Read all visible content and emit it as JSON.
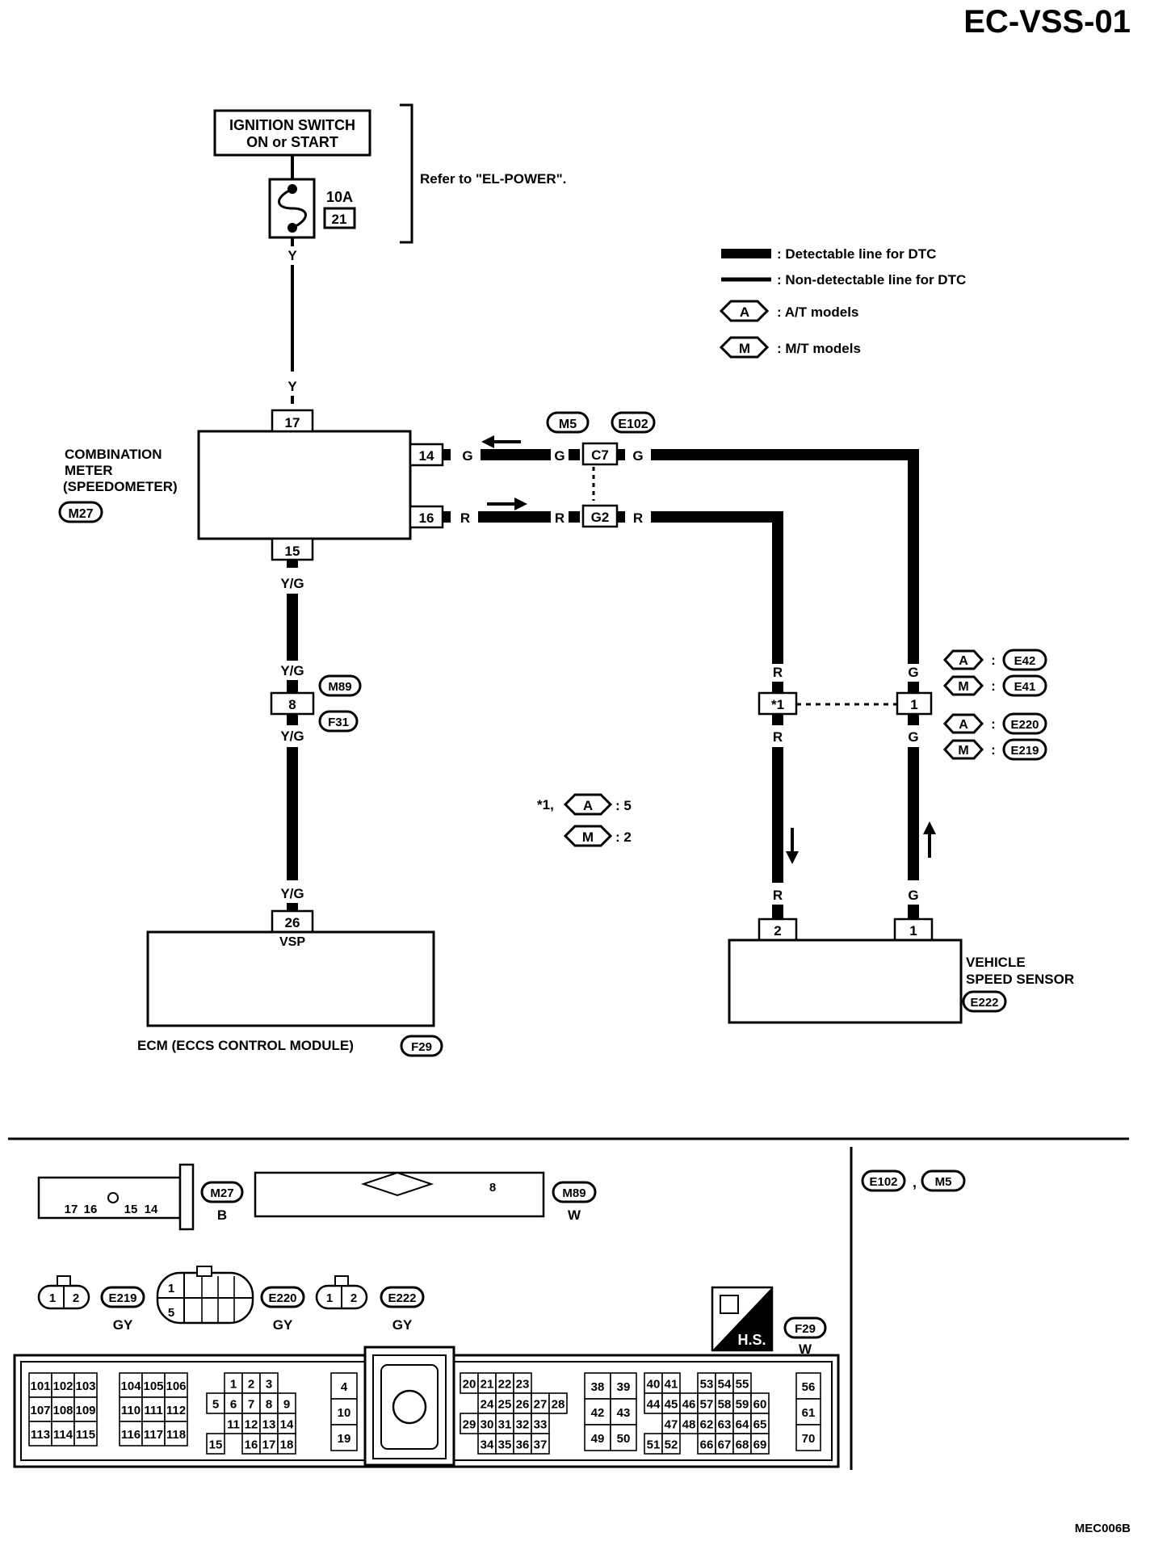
{
  "page_code": "EC-VSS-01",
  "figure_code": "MEC006B",
  "ignition": {
    "line1": "IGNITION SWITCH",
    "line2": "ON or START"
  },
  "fuse": {
    "rating": "10A",
    "number": "21"
  },
  "refer": "Refer to \"EL-POWER\".",
  "legend": {
    "detectable": ": Detectable line for DTC",
    "non_detectable": ": Non-detectable line for DTC",
    "at_tag": "A",
    "at_label": ": A/T models",
    "mt_tag": "M",
    "mt_label": ": M/T models"
  },
  "combination_meter": {
    "line1": "COMBINATION",
    "line2": "METER",
    "line3": "(SPEEDOMETER)",
    "connector": "M27",
    "pin_top": "17",
    "pin_bottom": "15",
    "pin_right_top": "14",
    "pin_right_bottom": "16"
  },
  "wires": {
    "Y": "Y",
    "YG": "Y/G",
    "G": "G",
    "R": "R"
  },
  "junction": {
    "c7": "C7",
    "g2": "G2",
    "conn_m5": "M5",
    "conn_e102": "E102"
  },
  "inline_connector": {
    "pin": "8",
    "top": "M89",
    "bottom": "F31"
  },
  "right_connector": {
    "pin_left": "*1",
    "pin_right": "1",
    "a_tag": "A",
    "m_tag": "M",
    "colon": ":",
    "upper_a": "E42",
    "upper_m": "E41",
    "lower_a": "E220",
    "lower_m": "E219"
  },
  "note": {
    "star": "*1,",
    "a_tag": "A",
    "a_val": ": 5",
    "m_tag": "M",
    "m_val": ": 2"
  },
  "ecm": {
    "pin": "26",
    "signal": "VSP",
    "label": "ECM (ECCS CONTROL MODULE)",
    "connector": "F29"
  },
  "vss": {
    "line1": "VEHICLE",
    "line2": "SPEED SENSOR",
    "connector": "E222",
    "pin_left": "2",
    "pin_right": "1"
  },
  "connectors_view": {
    "m27": {
      "id": "M27",
      "color": "B",
      "pins": [
        "17",
        "16",
        "15",
        "14"
      ]
    },
    "m89": {
      "id": "M89",
      "color": "W",
      "pin": "8"
    },
    "e219": {
      "id": "E219",
      "color": "GY",
      "pins": [
        "1",
        "2"
      ]
    },
    "e220": {
      "id": "E220",
      "color": "GY",
      "pins": [
        "1",
        "5"
      ]
    },
    "e222": {
      "id": "E222",
      "color": "GY",
      "pins": [
        "1",
        "2"
      ]
    },
    "f29": {
      "id": "F29",
      "color": "W",
      "hs": "H.S."
    },
    "header": {
      "a": "E102",
      "sep": ",",
      "b": "M5"
    }
  },
  "ecm_pins": {
    "g1": [
      [
        "101",
        "102",
        "103"
      ],
      [
        "107",
        "108",
        "109"
      ],
      [
        "113",
        "114",
        "115"
      ]
    ],
    "g2": [
      [
        "104",
        "105",
        "106"
      ],
      [
        "110",
        "111",
        "112"
      ],
      [
        "116",
        "117",
        "118"
      ]
    ],
    "g3": [
      [
        "",
        "1",
        "2",
        "3"
      ],
      [
        "5",
        "6",
        "7",
        "8",
        "9"
      ],
      [
        "",
        "11",
        "12",
        "13",
        "14"
      ],
      [
        "15",
        "",
        "16",
        "17",
        "18"
      ]
    ],
    "g4": [
      "4",
      "10",
      "19"
    ],
    "g5": [
      [
        "20",
        "21",
        "22",
        "23",
        ""
      ],
      [
        "",
        "24",
        "25",
        "26",
        "27",
        "28"
      ],
      [
        "29",
        "30",
        "31",
        "32",
        "33"
      ],
      [
        "",
        "34",
        "35",
        "36",
        "37"
      ]
    ],
    "g6": [
      [
        "38",
        "39"
      ],
      [
        "42",
        "43"
      ],
      [
        "49",
        "50"
      ]
    ],
    "g7": [
      [
        "40",
        "41",
        "",
        "53",
        "54",
        "55"
      ],
      [
        "44",
        "45",
        "46",
        "57",
        "58",
        "59",
        "60"
      ],
      [
        "",
        "47",
        "48",
        "62",
        "63",
        "64",
        "65"
      ],
      [
        "51",
        "52",
        "",
        "66",
        "67",
        "68",
        "69"
      ]
    ],
    "g8": [
      "56",
      "61",
      "70"
    ]
  }
}
